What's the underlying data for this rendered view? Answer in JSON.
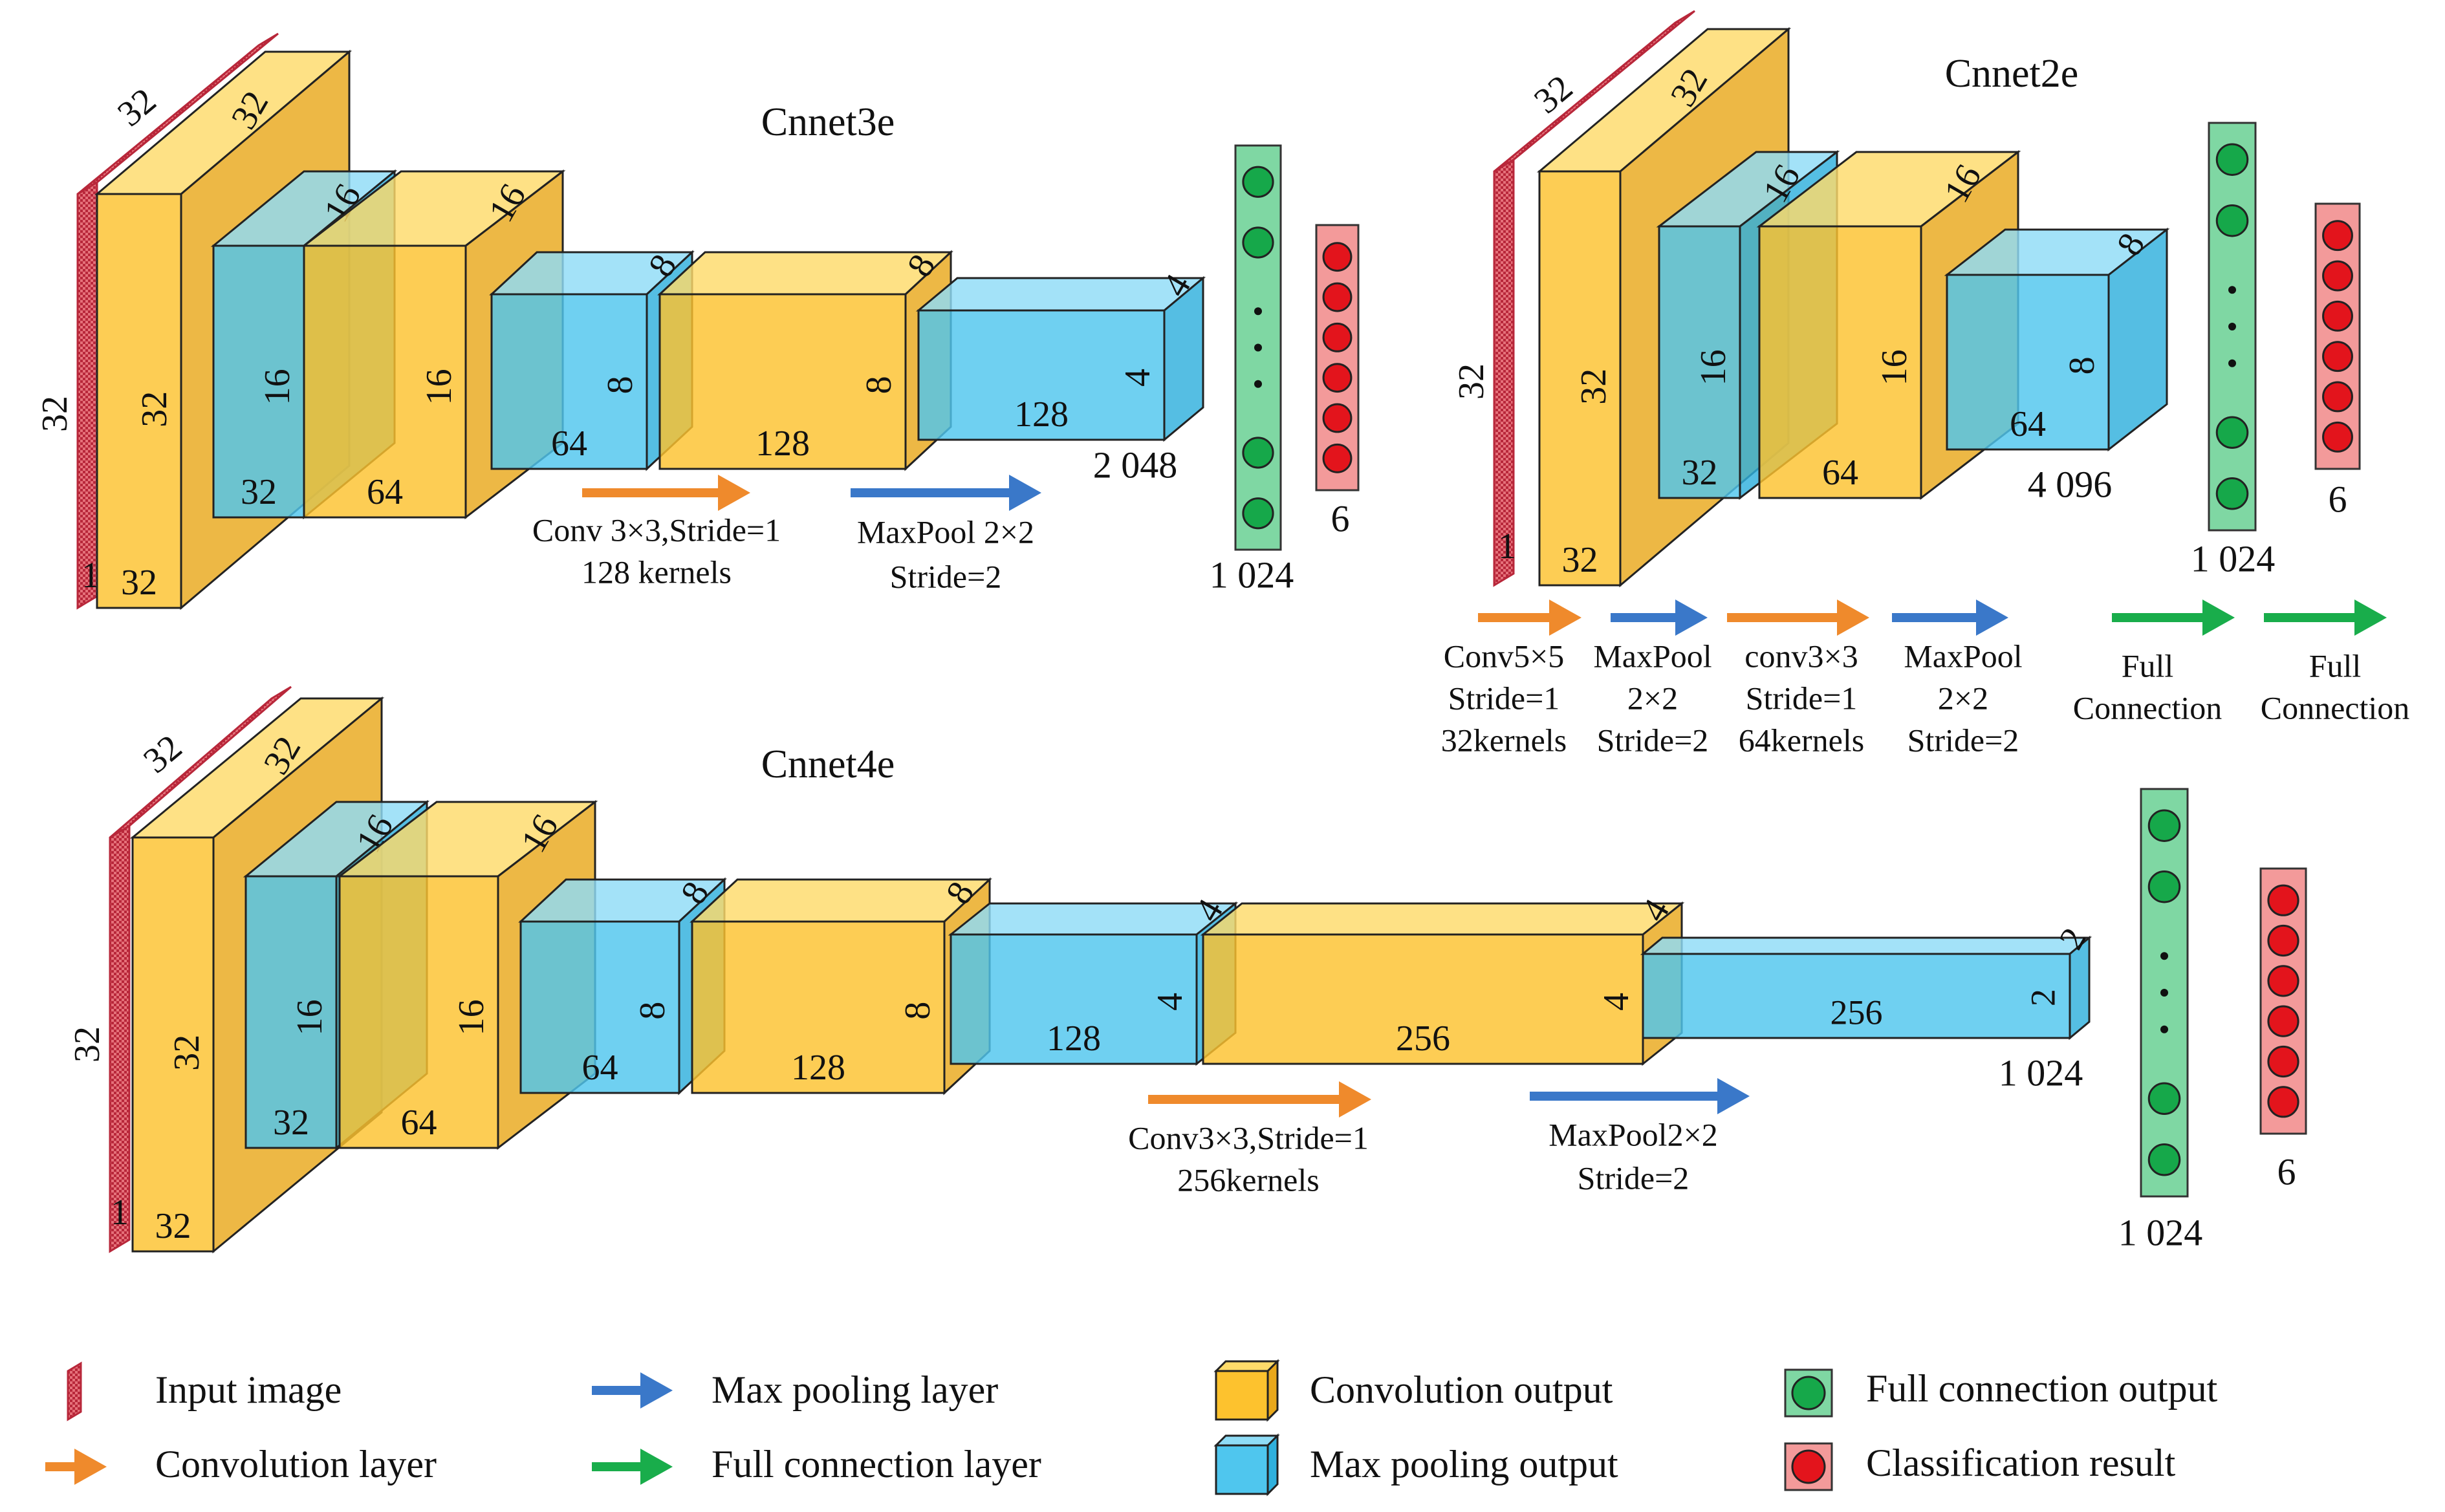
{
  "colors": {
    "input_fill": "#e5717a",
    "input_stroke": "#b8273a",
    "conv_fill": "#fdc22e",
    "conv_top": "#fedb6a",
    "conv_side": "#e9a81c",
    "pool_fill": "#4fc6ee",
    "pool_top": "#8fdcf6",
    "pool_side": "#2fb0dd",
    "fc_fill": "#7fd7a3",
    "fc_node": "#16a84a",
    "cls_fill": "#f39a9a",
    "cls_node": "#e3141c",
    "arrow_orange": "#ef8a2c",
    "arrow_blue": "#3a78c9",
    "arrow_green": "#19ad4b"
  },
  "cnnet3e": {
    "title": "Cnnet3e",
    "input_labels": [
      "32",
      "32",
      "1"
    ],
    "blocks": [
      {
        "type": "conv",
        "labels": [
          "32",
          "32",
          "32"
        ]
      },
      {
        "type": "pool",
        "labels": [
          "16",
          "16",
          "32"
        ]
      },
      {
        "type": "conv",
        "labels": [
          "16",
          "16",
          "64"
        ]
      },
      {
        "type": "pool",
        "labels": [
          "8",
          "8",
          "64"
        ]
      },
      {
        "type": "conv",
        "labels": [
          "8",
          "8",
          "128"
        ]
      },
      {
        "type": "pool",
        "labels": [
          "4",
          "4",
          "128"
        ]
      }
    ],
    "flatten_label": "2 048",
    "fc_label": "1 024",
    "class_label": "6",
    "conv_caption": [
      "Conv 3×3,Stride=1",
      "128 kernels"
    ],
    "pool_caption": [
      "MaxPool 2×2",
      "Stride=2"
    ]
  },
  "cnnet2e": {
    "title": "Cnnet2e",
    "input_labels": [
      "32",
      "32",
      "1"
    ],
    "blocks": [
      {
        "type": "conv",
        "labels": [
          "32",
          "32",
          "32"
        ]
      },
      {
        "type": "pool",
        "labels": [
          "16",
          "16",
          "32"
        ]
      },
      {
        "type": "conv",
        "labels": [
          "16",
          "16",
          "64"
        ]
      },
      {
        "type": "pool",
        "labels": [
          "8",
          "8",
          "64"
        ]
      }
    ],
    "flatten_label": "4 096",
    "fc_label": "1 024",
    "class_label": "6",
    "captions": [
      [
        "Conv5×5",
        "Stride=1",
        "32kernels"
      ],
      [
        "MaxPool",
        "2×2",
        "Stride=2"
      ],
      [
        "conv3×3",
        "Stride=1",
        "64kernels"
      ],
      [
        "MaxPool",
        "2×2",
        "Stride=2"
      ],
      [
        "Full",
        "Connection"
      ],
      [
        "Full",
        "Connection"
      ]
    ]
  },
  "cnnet4e": {
    "title": "Cnnet4e",
    "input_labels": [
      "32",
      "32",
      "1"
    ],
    "blocks": [
      {
        "type": "conv",
        "labels": [
          "32",
          "32",
          "32"
        ]
      },
      {
        "type": "pool",
        "labels": [
          "16",
          "16",
          "32"
        ]
      },
      {
        "type": "conv",
        "labels": [
          "16",
          "16",
          "64"
        ]
      },
      {
        "type": "pool",
        "labels": [
          "8",
          "8",
          "64"
        ]
      },
      {
        "type": "conv",
        "labels": [
          "8",
          "8",
          "128"
        ]
      },
      {
        "type": "pool",
        "labels": [
          "4",
          "4",
          "128"
        ]
      },
      {
        "type": "conv",
        "labels": [
          "4",
          "4",
          "256"
        ]
      },
      {
        "type": "pool",
        "labels": [
          "2",
          "2",
          "256"
        ]
      }
    ],
    "flatten_label": "1 024",
    "fc_label": "1 024",
    "class_label": "6",
    "conv_caption": [
      "Conv3×3,Stride=1",
      "256kernels"
    ],
    "pool_caption": [
      "MaxPool2×2",
      "Stride=2"
    ]
  },
  "legend": [
    {
      "key": "input",
      "label": "Input image"
    },
    {
      "key": "conv-layer",
      "label": "Convolution layer"
    },
    {
      "key": "pool-layer",
      "label": "Max pooling layer"
    },
    {
      "key": "fc-layer",
      "label": "Full connection layer"
    },
    {
      "key": "conv-output",
      "label": "Convolution output"
    },
    {
      "key": "pool-output",
      "label": "Max pooling output"
    },
    {
      "key": "fc-output",
      "label": "Full connection output"
    },
    {
      "key": "class-result",
      "label": "Classification result"
    }
  ]
}
